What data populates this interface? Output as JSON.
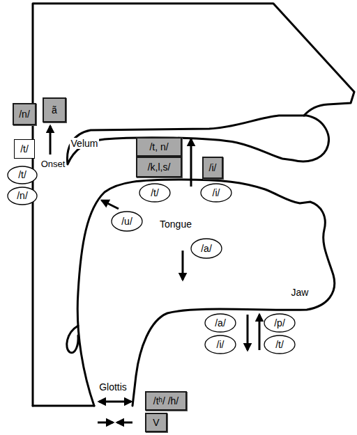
{
  "diagram": {
    "nodes": [
      {
        "text": [
          "/n/"
        ]
      },
      {
        "text": [
          "ã"
        ]
      },
      {
        "text": [
          "/t/"
        ]
      },
      {
        "text": [
          "/t, n/"
        ]
      },
      {
        "text": [
          "/k,l,s/"
        ]
      },
      {
        "text": [
          "/i/"
        ]
      },
      {
        "text": [
          "/t/"
        ]
      },
      {
        "text": [
          "/n/"
        ]
      },
      {
        "text": [
          "/t/"
        ]
      },
      {
        "text": [
          "/i/"
        ]
      },
      {
        "text": [
          "/u/"
        ]
      },
      {
        "text": [
          "/a/"
        ]
      },
      {
        "text": [
          "/a/"
        ]
      },
      {
        "text": [
          "/p/"
        ]
      },
      {
        "text": [
          "/i/"
        ]
      },
      {
        "text": [
          "/t/"
        ]
      },
      {
        "text": [
          "/tʰ/ /h/"
        ]
      },
      {
        "text": [
          "V"
        ]
      }
    ],
    "labels": [
      "Velum",
      "Onset",
      "Tongue",
      "Jaw",
      "Glottis"
    ]
  }
}
